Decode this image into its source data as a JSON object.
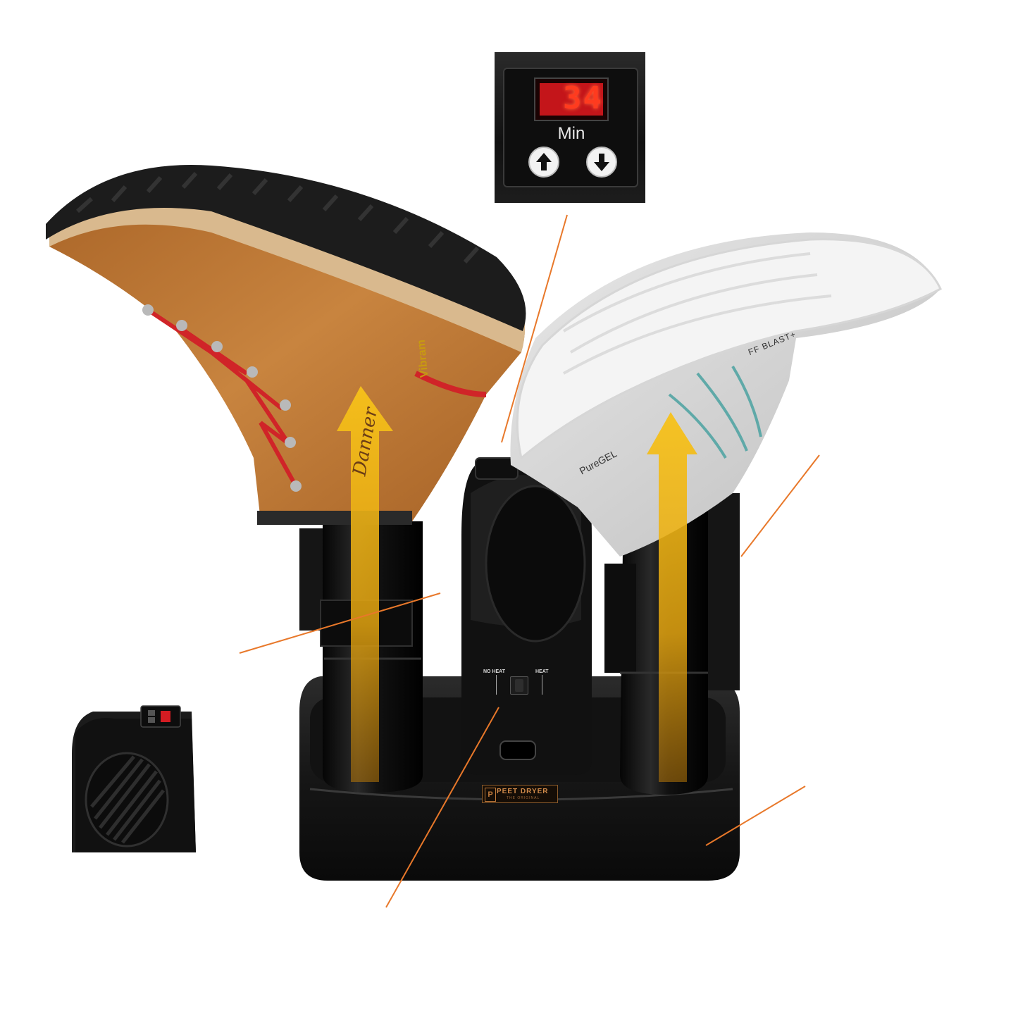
{
  "timer_panel": {
    "display_value": "34",
    "unit_label": "Min",
    "up_button_icon": "arrow-up-icon",
    "down_button_icon": "arrow-down-icon"
  },
  "heat_switch": {
    "left_label": "NO HEAT",
    "right_label": "HEAT"
  },
  "brand_plate": {
    "name": "PEET DRYER",
    "tagline": "THE ORIGINAL"
  },
  "boot_left": {
    "sole_brand": "Vibram",
    "side_logo": "Danner"
  },
  "shoe_right": {
    "midsole_text_1": "FF BLAST+",
    "midsole_text_2": "PureGEL"
  },
  "colors": {
    "leader_line": "#e8782a",
    "airflow_arrow_top": "#f7c21a",
    "airflow_arrow_bottom": "#c98a08",
    "unit_black": "#141414",
    "lcd_red": "#ff2a1a",
    "lcd_bg": "#c4151a",
    "boot_leather": "#c07a3b",
    "boot_lace": "#d02428"
  }
}
